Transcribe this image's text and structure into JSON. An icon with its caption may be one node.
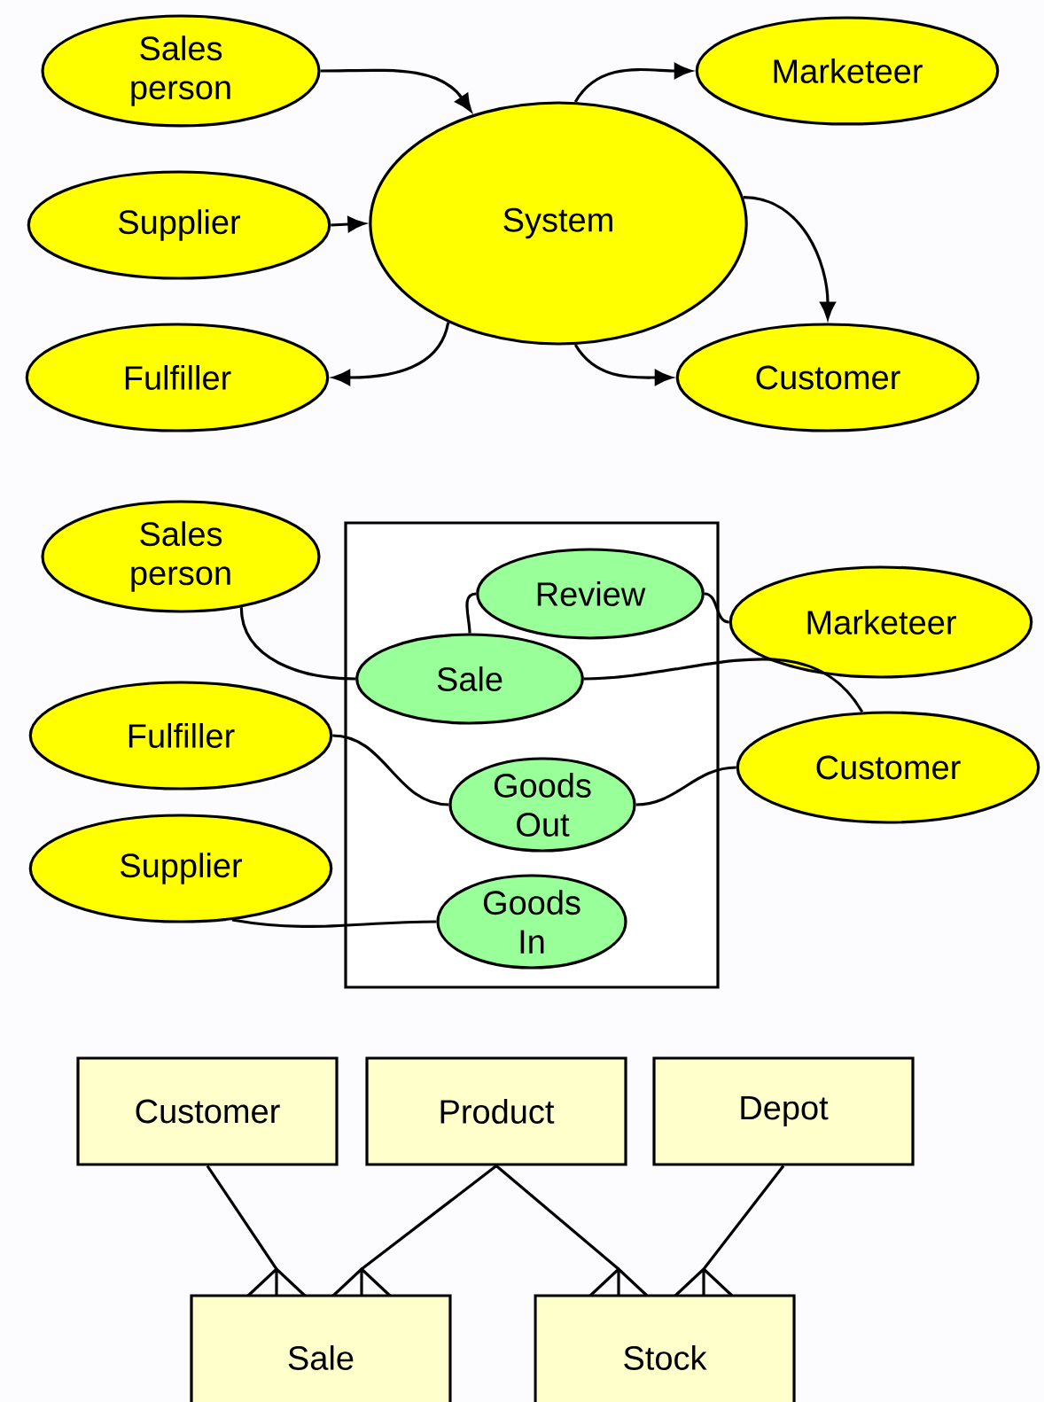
{
  "diagram": {
    "nodes": [
      {
        "text": [
          "Sales person"
        ]
      },
      {
        "text": [
          "Supplier"
        ]
      },
      {
        "text": [
          "Fulfiller"
        ]
      },
      {
        "text": [
          "System"
        ]
      },
      {
        "text": [
          "Marketeer"
        ]
      },
      {
        "text": [
          "Customer"
        ]
      },
      {
        "text": [],
        "shape": "box"
      },
      {
        "text": [
          "Sales person"
        ]
      },
      {
        "text": [
          "Fulfiller"
        ]
      },
      {
        "text": [
          "Supplier"
        ]
      },
      {
        "text": [
          "Review"
        ],
        "in": 6
      },
      {
        "text": [
          "Sale"
        ],
        "in": 6
      },
      {
        "text": [
          "Goods Out"
        ],
        "in": 6
      },
      {
        "text": [
          "Goods In"
        ],
        "in": 6
      },
      {
        "text": [
          "Marketeer"
        ]
      },
      {
        "text": [
          "Customer"
        ]
      },
      {
        "text": [
          "Customer"
        ]
      },
      {
        "text": [
          "Product"
        ]
      },
      {
        "text": [
          "Depot"
        ]
      },
      {
        "text": [
          "Sale"
        ]
      },
      {
        "text": [
          "Stock"
        ]
      }
    ],
    "edges": [
      {
        "from": 0,
        "to": 3,
        "arrow": "to"
      },
      {
        "from": 1,
        "to": 3,
        "arrow": "to"
      },
      {
        "from": 3,
        "to": 2,
        "arrow": "to"
      },
      {
        "from": 3,
        "to": 4,
        "arrow": "to"
      },
      {
        "from": 3,
        "to": 5,
        "arrow": "to"
      },
      {
        "from": 3,
        "to": 5,
        "arrow": "to"
      },
      {
        "from": 7,
        "to": 11,
        "arrow": "none"
      },
      {
        "from": 11,
        "to": 10,
        "arrow": "none"
      },
      {
        "from": 10,
        "to": 14,
        "arrow": "none"
      },
      {
        "from": 11,
        "to": 15,
        "arrow": "none"
      },
      {
        "from": 8,
        "to": 12,
        "arrow": "none"
      },
      {
        "from": 12,
        "to": 15,
        "arrow": "none"
      },
      {
        "from": 9,
        "to": 13,
        "arrow": "none"
      },
      {
        "from": 16,
        "to": 19,
        "arrow": "other"
      },
      {
        "from": 17,
        "to": 19,
        "arrow": "other"
      },
      {
        "from": 17,
        "to": 20,
        "arrow": "other"
      },
      {
        "from": 18,
        "to": 20,
        "arrow": "other"
      }
    ]
  }
}
